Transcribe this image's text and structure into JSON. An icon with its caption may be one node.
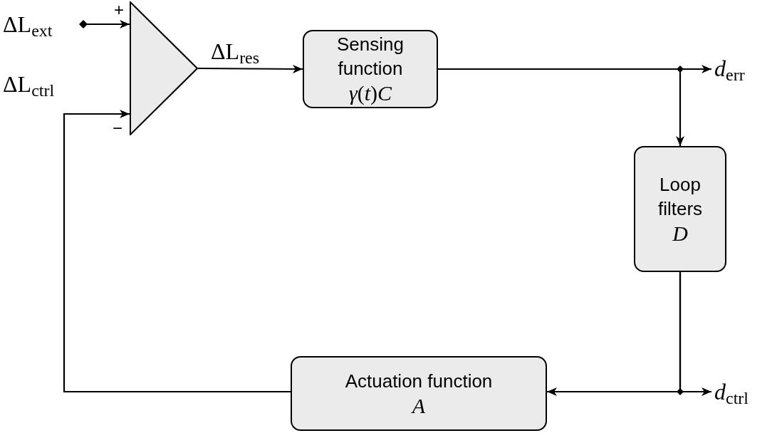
{
  "diagram": {
    "nodes": [
      {
        "text": [
          "ΔL$_{ext}$"
        ]
      },
      {
        "text": [],
        "shape": "triangle",
        "beside": [
          "+",
          "−"
        ]
      },
      {
        "text": [
          "Sensing function",
          "*γ*(*t*)*C*"
        ]
      },
      {
        "text": [
          "Loop filters",
          "*D*"
        ]
      },
      {
        "text": [
          "Actuation function",
          "*A*"
        ]
      },
      {
        "text": [
          "*d*$_{err}$"
        ]
      },
      {
        "text": [
          "*d*$_{ctrl}$"
        ]
      }
    ],
    "edges": [
      {
        "from": 0,
        "to": 1,
        "arrow": "to"
      },
      {
        "from": 1,
        "to": 2,
        "arrow": "to",
        "label": "ΔL$_{res}$"
      },
      {
        "from": 2,
        "to": 5,
        "arrow": "to"
      },
      {
        "from": 2,
        "to": 3,
        "arrow": "to"
      },
      {
        "from": 3,
        "to": 6,
        "arrow": "to"
      },
      {
        "from": 3,
        "to": 4,
        "arrow": "to"
      },
      {
        "from": 4,
        "to": 1,
        "arrow": "to",
        "label": "ΔL$_{ctrl}$"
      }
    ]
  }
}
